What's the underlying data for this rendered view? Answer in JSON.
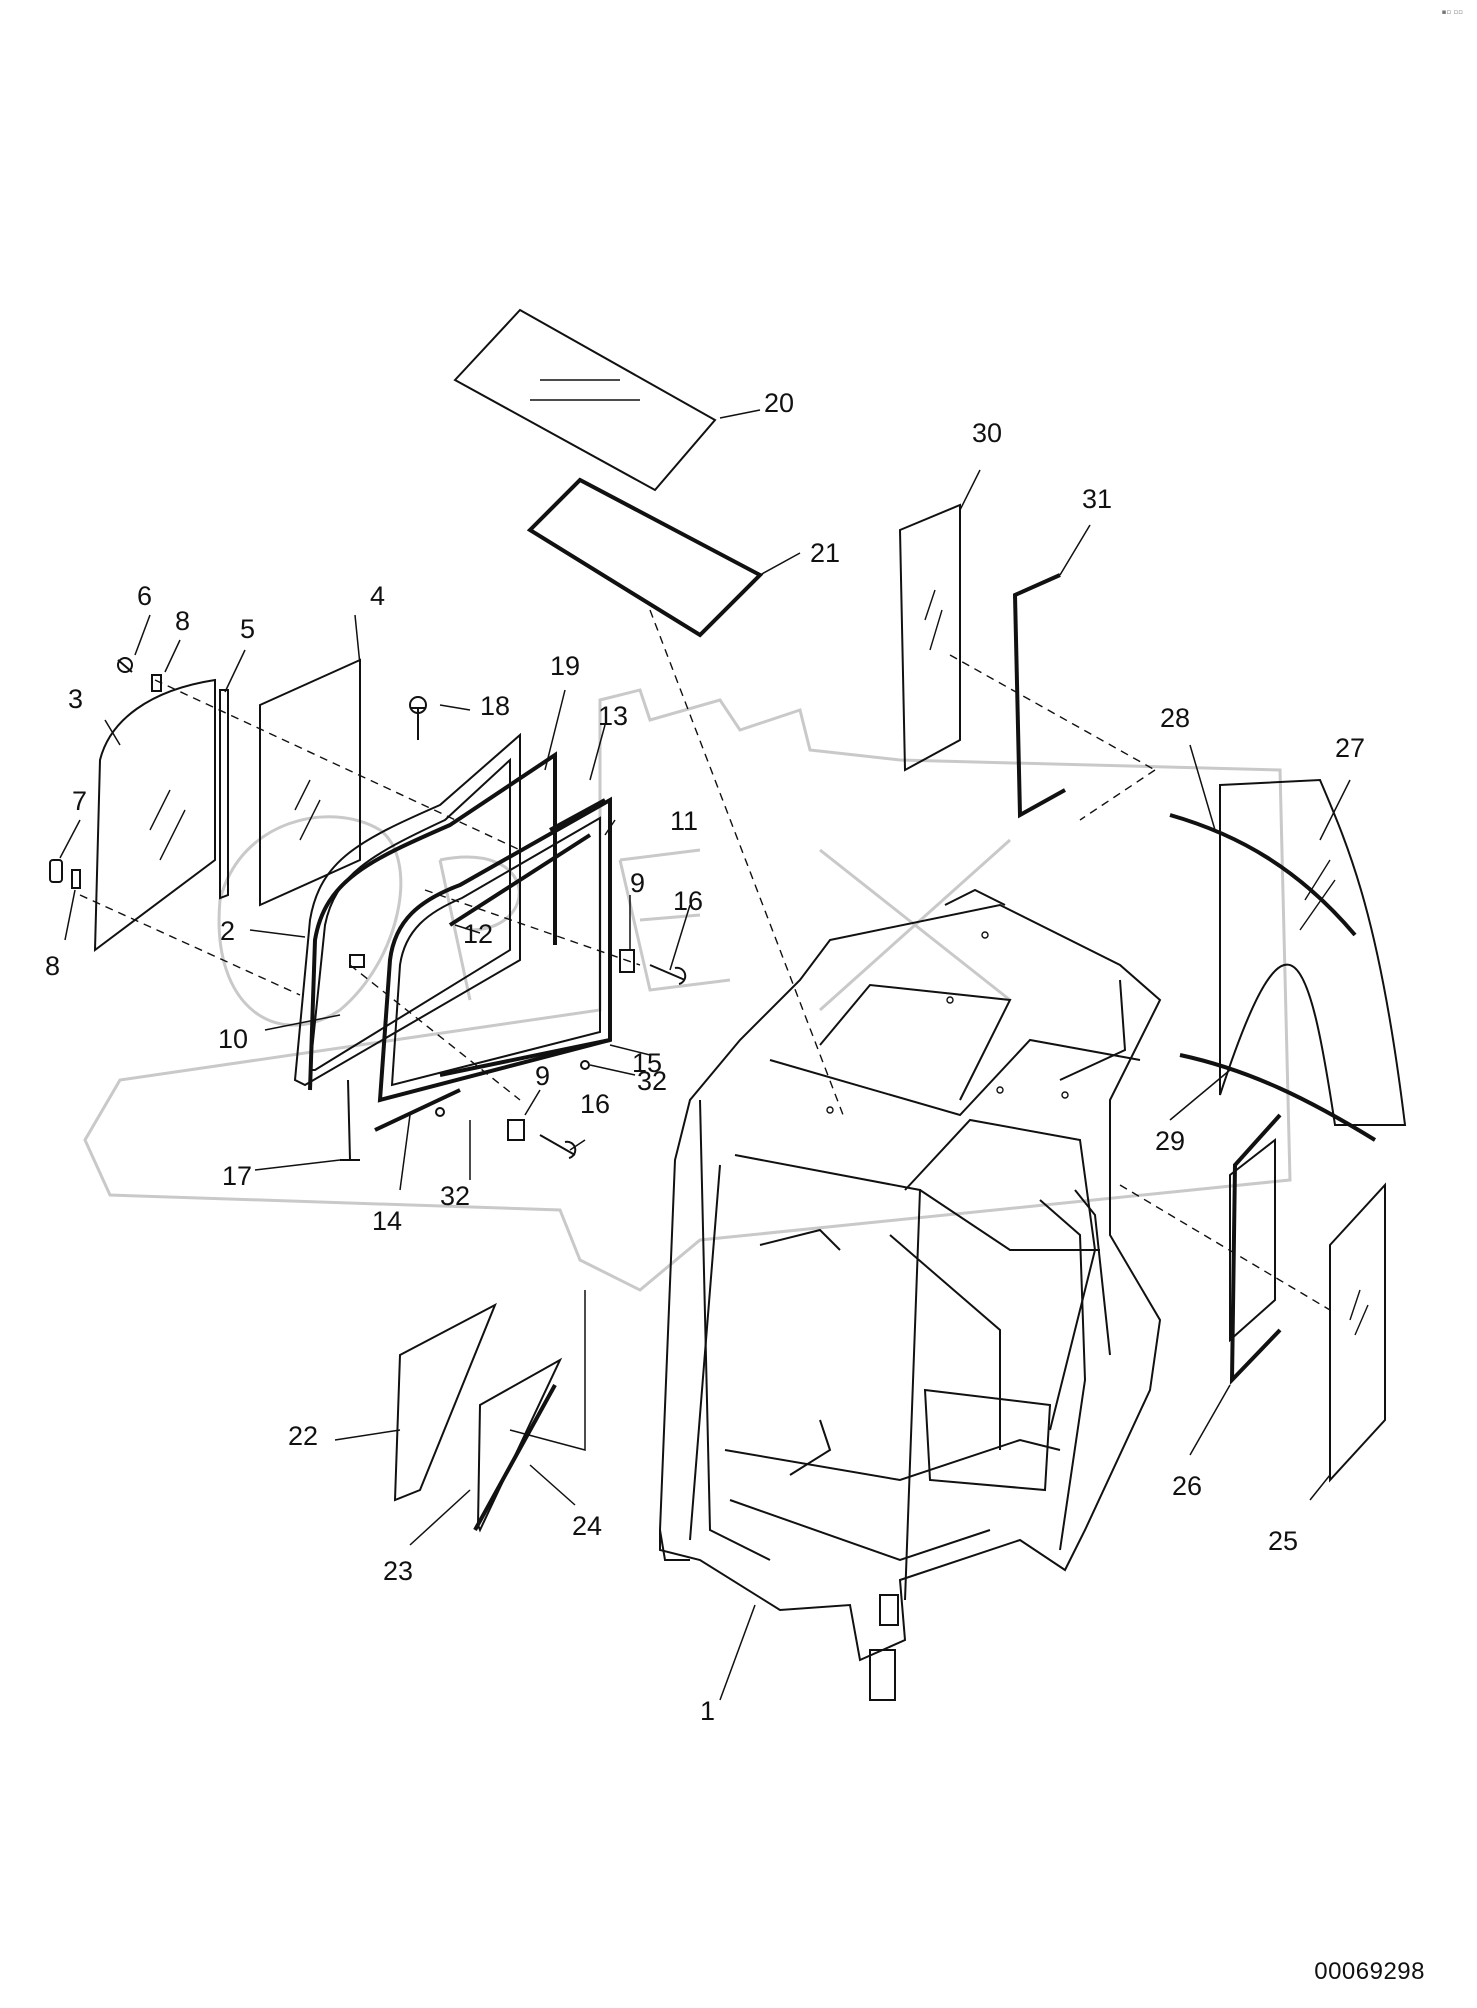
{
  "diagram": {
    "callouts": [
      "1",
      "2",
      "3",
      "4",
      "5",
      "6",
      "7",
      "8",
      "8",
      "9",
      "9",
      "10",
      "11",
      "12",
      "13",
      "14",
      "15",
      "16",
      "16",
      "17",
      "18",
      "19",
      "20",
      "21",
      "22",
      "23",
      "24",
      "25",
      "26",
      "27",
      "28",
      "29",
      "30",
      "31",
      "32",
      "32"
    ],
    "reference_code": "00069298",
    "watermark": "OPEX"
  }
}
